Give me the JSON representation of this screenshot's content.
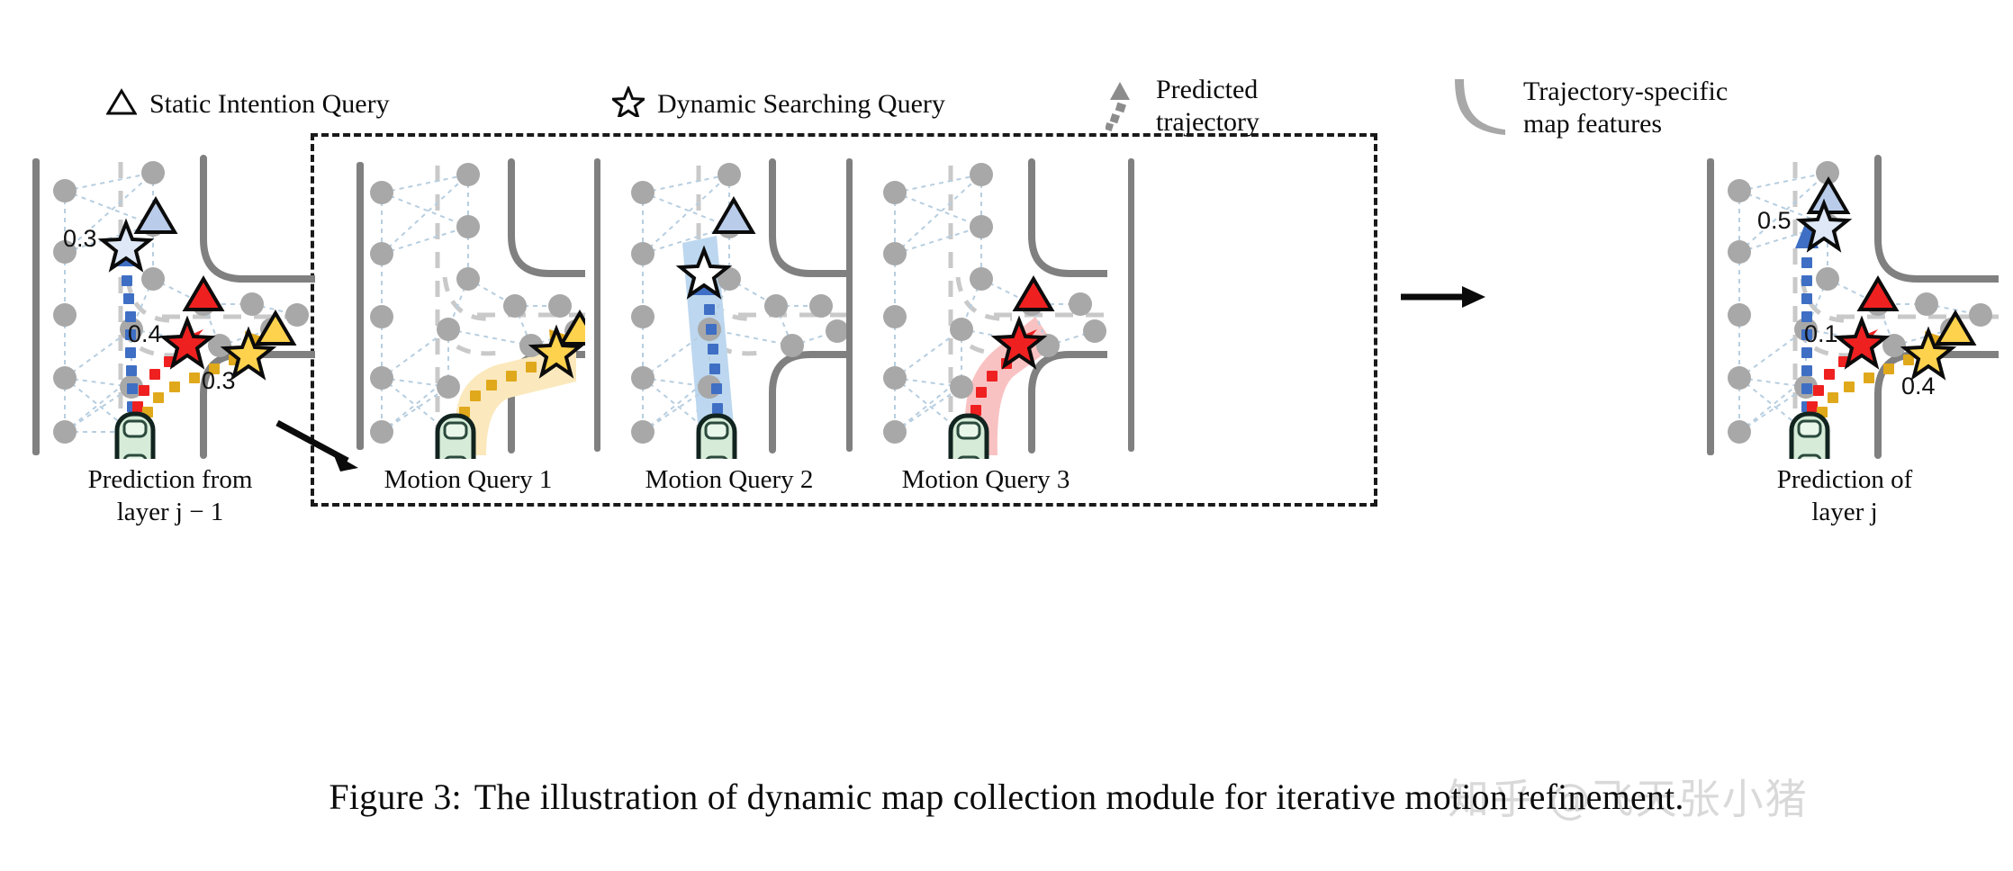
{
  "figure": {
    "caption_label": "Figure 3:",
    "caption_text": "The illustration of dynamic map collection module for iterative motion refinement.",
    "watermark": "知乎 @飞天张小猪"
  },
  "legend": {
    "items": [
      {
        "icon": "triangle-outline-icon",
        "label": "Static Intention Query"
      },
      {
        "icon": "star-outline-icon",
        "label": "Dynamic Searching Query"
      },
      {
        "icon": "dotted-arrow-icon",
        "label": "Predicted\ntrajectory"
      },
      {
        "icon": "curved-band-icon",
        "label": "Trajectory-specific\nmap features"
      }
    ]
  },
  "panels": [
    {
      "id": "prediction-prev-layer",
      "caption": "Prediction from\nlayer j − 1",
      "inside_dashbox": false,
      "band": null,
      "probabilities": [
        {
          "series": "blue",
          "value": "0.3"
        },
        {
          "series": "red",
          "value": "0.4"
        },
        {
          "series": "yellow",
          "value": "0.3"
        }
      ]
    },
    {
      "id": "motion-query-1",
      "caption": "Motion Query 1",
      "inside_dashbox": true,
      "band": "yellow",
      "probabilities": []
    },
    {
      "id": "motion-query-2",
      "caption": "Motion Query 2",
      "inside_dashbox": true,
      "band": "blue",
      "probabilities": []
    },
    {
      "id": "motion-query-3",
      "caption": "Motion Query 3",
      "inside_dashbox": true,
      "band": "red",
      "probabilities": []
    },
    {
      "id": "prediction-layer-j",
      "caption": "Prediction of\nlayer j",
      "inside_dashbox": false,
      "band": null,
      "probabilities": [
        {
          "series": "blue",
          "value": "0.5"
        },
        {
          "series": "red",
          "value": "0.1"
        },
        {
          "series": "yellow",
          "value": "0.4"
        }
      ]
    }
  ],
  "colors": {
    "blue": "#3f6fc4",
    "blue_light": "#b9ccea",
    "blue_band": "#bcd7ef",
    "red": "#ef2020",
    "red_band": "#f9c2c2",
    "yellow": "#e0a81b",
    "yellow_fill": "#ffd24d",
    "yellow_band": "#fbe9bd",
    "road": "#808080",
    "node": "#a8a8a8",
    "edge": "#b7cee0",
    "car_body": "#d6ecd8",
    "outline": "#0b0b0b",
    "watermark": "#d9d9d9"
  },
  "probability_values": {
    "layer_prev": {
      "blue": "0.3",
      "red": "0.4",
      "yellow": "0.3"
    },
    "layer_j": {
      "blue": "0.5",
      "red": "0.1",
      "yellow": "0.4"
    }
  }
}
